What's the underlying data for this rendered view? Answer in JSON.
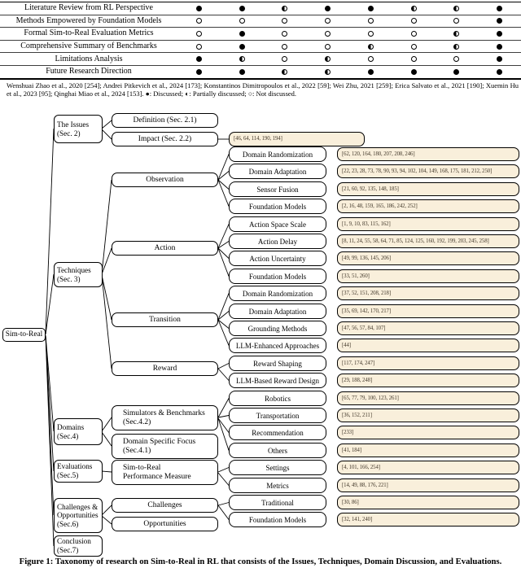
{
  "colors": {
    "citation_box_bg": "#f9efdb",
    "node_border": "#000000"
  },
  "table": {
    "rows": [
      {
        "label": "Literature Review from RL Perspective",
        "cells": [
          "full",
          "full",
          "half",
          "full",
          "full",
          "half",
          "half",
          "full"
        ]
      },
      {
        "label": "Methods Empowered by Foundation Models",
        "cells": [
          "empty",
          "empty",
          "empty",
          "empty",
          "empty",
          "empty",
          "empty",
          "full"
        ]
      },
      {
        "label": "Formal Sim-to-Real Evaluation Metrics",
        "cells": [
          "empty",
          "full",
          "empty",
          "empty",
          "empty",
          "empty",
          "half",
          "full"
        ]
      },
      {
        "label": "Comprehensive Summary of Benchmarks",
        "cells": [
          "empty",
          "full",
          "empty",
          "empty",
          "half",
          "empty",
          "half",
          "full"
        ]
      },
      {
        "label": "Limitations Analysis",
        "cells": [
          "full",
          "half",
          "empty",
          "half",
          "empty",
          "empty",
          "empty",
          "full"
        ]
      },
      {
        "label": "Future Research Direction",
        "cells": [
          "full",
          "full",
          "half",
          "half",
          "full",
          "full",
          "full",
          "full"
        ]
      }
    ]
  },
  "legend": {
    "text": "Wenshuai Zhao et al., 2020 [254]; Andrei Pitkevich et al., 2024 [173]; Konstantinos Dimitropoulos et al., 2022 [59]; Wei Zhu, 2021 [259]; Erica Salvato et al., 2021 [190]; Xuemin Hu et al., 2023 [95]; Qinghai Miao et al., 2024 [153]. ●: Discussed; ◐: Partially discussed; ○: Not discussed."
  },
  "tree": {
    "root": "Sim-to-Real",
    "level1": [
      "The Issues\n(Sec. 2)",
      "Techniques\n(Sec. 3)",
      "Domains\n(Sec.4)",
      "Evaluations\n(Sec.5)",
      "Challenges &\nOpportunities\n(Sec.6)",
      "Conclusion\n(Sec.7)"
    ],
    "level2": [
      "Definition (Sec. 2.1)",
      "Impact (Sec. 2.2)",
      "Observation",
      "Action",
      "Transition",
      "Reward",
      "Simulators & Benchmarks\n(Sec.4.2)",
      "Domain Specific Focus\n(Sec.4.1)",
      "Sim-to-Real\nPerformance Measure",
      "Challenges",
      "Opportunities"
    ],
    "impact_refs": "[46, 64, 114, 190, 194]",
    "leaves": [
      {
        "label": "Domain Randomization",
        "refs": "[62, 120, 164, 180, 207, 208, 246]"
      },
      {
        "label": "Domain Adaptation",
        "refs": "[22, 23, 28, 73, 78, 90, 93, 94, 102, 104, 149, 168, 175, 181, 212, 250]"
      },
      {
        "label": "Sensor Fusion",
        "refs": "[21, 60, 92, 135, 148, 185]"
      },
      {
        "label": "Foundation Models",
        "refs": "[2, 16, 48, 159, 165, 186, 242, 252]"
      },
      {
        "label": "Action Space Scale",
        "refs": "[1, 9, 10, 83, 115, 162]"
      },
      {
        "label": "Action Delay",
        "refs": "[8, 11, 24, 55, 58, 64, 71, 85, 124, 125, 160, 192, 199, 203, 245, 258]"
      },
      {
        "label": "Action Uncertainty",
        "refs": "[49, 99, 136, 145, 206]"
      },
      {
        "label": "Foundation Models",
        "refs": "[33, 51, 260]"
      },
      {
        "label": "Domain Randomization",
        "refs": "[37, 52, 151, 208, 218]"
      },
      {
        "label": "Domain Adaptation",
        "refs": "[35, 69, 142, 170, 217]"
      },
      {
        "label": "Grounding Methods",
        "refs": "[47, 56, 57, 84, 107]"
      },
      {
        "label": "LLM-Enhanced Approaches",
        "refs": "[44]"
      },
      {
        "label": "Reward Shaping",
        "refs": "[117, 174, 247]"
      },
      {
        "label": "LLM-Based Reward Design",
        "refs": "[29, 188, 248]"
      },
      {
        "label": "Robotics",
        "refs": "[65, 77, 79, 100, 123, 261]"
      },
      {
        "label": "Transportation",
        "refs": "[36, 152, 211]"
      },
      {
        "label": "Recommendation",
        "refs": "[233]"
      },
      {
        "label": "Others",
        "refs": "[41, 184]"
      },
      {
        "label": "Settings",
        "refs": "[4, 101, 166, 254]"
      },
      {
        "label": "Metrics",
        "refs": "[14, 49, 88, 176, 221]"
      },
      {
        "label": "Traditional",
        "refs": "[30, 86]"
      },
      {
        "label": "Foundation Models",
        "refs": "[32, 141, 240]"
      }
    ]
  },
  "caption": "Figure 1: Taxonomy of research on Sim-to-Real in RL that consists of the Issues, Techniques, Domain Discussion, and Evaluations."
}
